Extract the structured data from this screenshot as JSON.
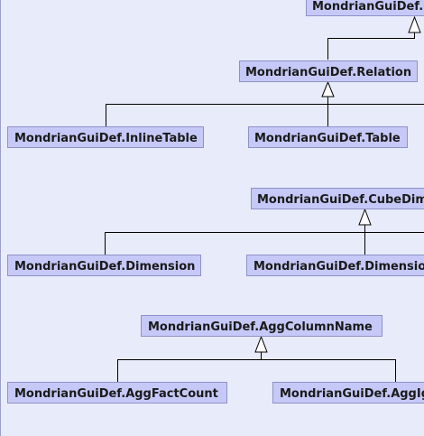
{
  "nodes": {
    "gui_def_top": "MondrianGuiDef.",
    "relation": "MondrianGuiDef.Relation",
    "inline_table": "MondrianGuiDef.InlineTable",
    "table": "MondrianGuiDef.Table",
    "cube_dimension": "MondrianGuiDef.CubeDim",
    "dimension": "MondrianGuiDef.Dimension",
    "dimension_usage": "MondrianGuiDef.Dimensio",
    "agg_column_name": "MondrianGuiDef.AggColumnName",
    "agg_fact_count": "MondrianGuiDef.AggFactCount",
    "agg_ignore_column": "MondrianGuiDef.AggIg"
  },
  "colors": {
    "background": "#e8ebf9",
    "node_fill": "#c6c9f7",
    "node_border": "#8e91c9",
    "edge": "#000000"
  }
}
